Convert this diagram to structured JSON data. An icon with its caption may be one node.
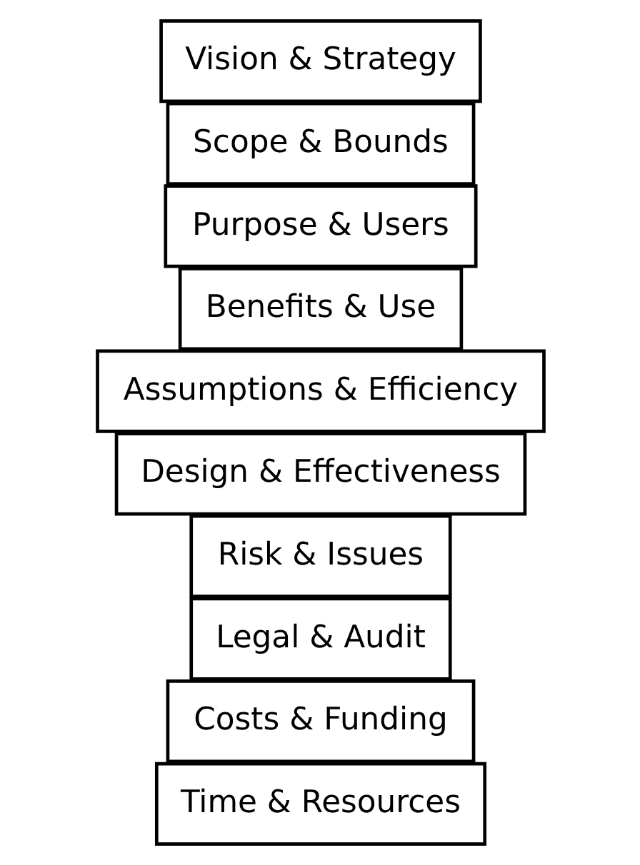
{
  "diagram": {
    "nodes": [
      {
        "text": [
          "Vision & Strategy"
        ]
      },
      {
        "text": [
          "Scope & Bounds"
        ]
      },
      {
        "text": [
          "Purpose & Users"
        ]
      },
      {
        "text": [
          "Benefits & Use"
        ]
      },
      {
        "text": [
          "Assumptions & Efficiency"
        ]
      },
      {
        "text": [
          "Design & Effectiveness"
        ]
      },
      {
        "text": [
          "Risk & Issues"
        ]
      },
      {
        "text": [
          "Legal & Audit"
        ]
      },
      {
        "text": [
          "Costs & Funding"
        ]
      },
      {
        "text": [
          "Time & Resources"
        ]
      }
    ]
  }
}
